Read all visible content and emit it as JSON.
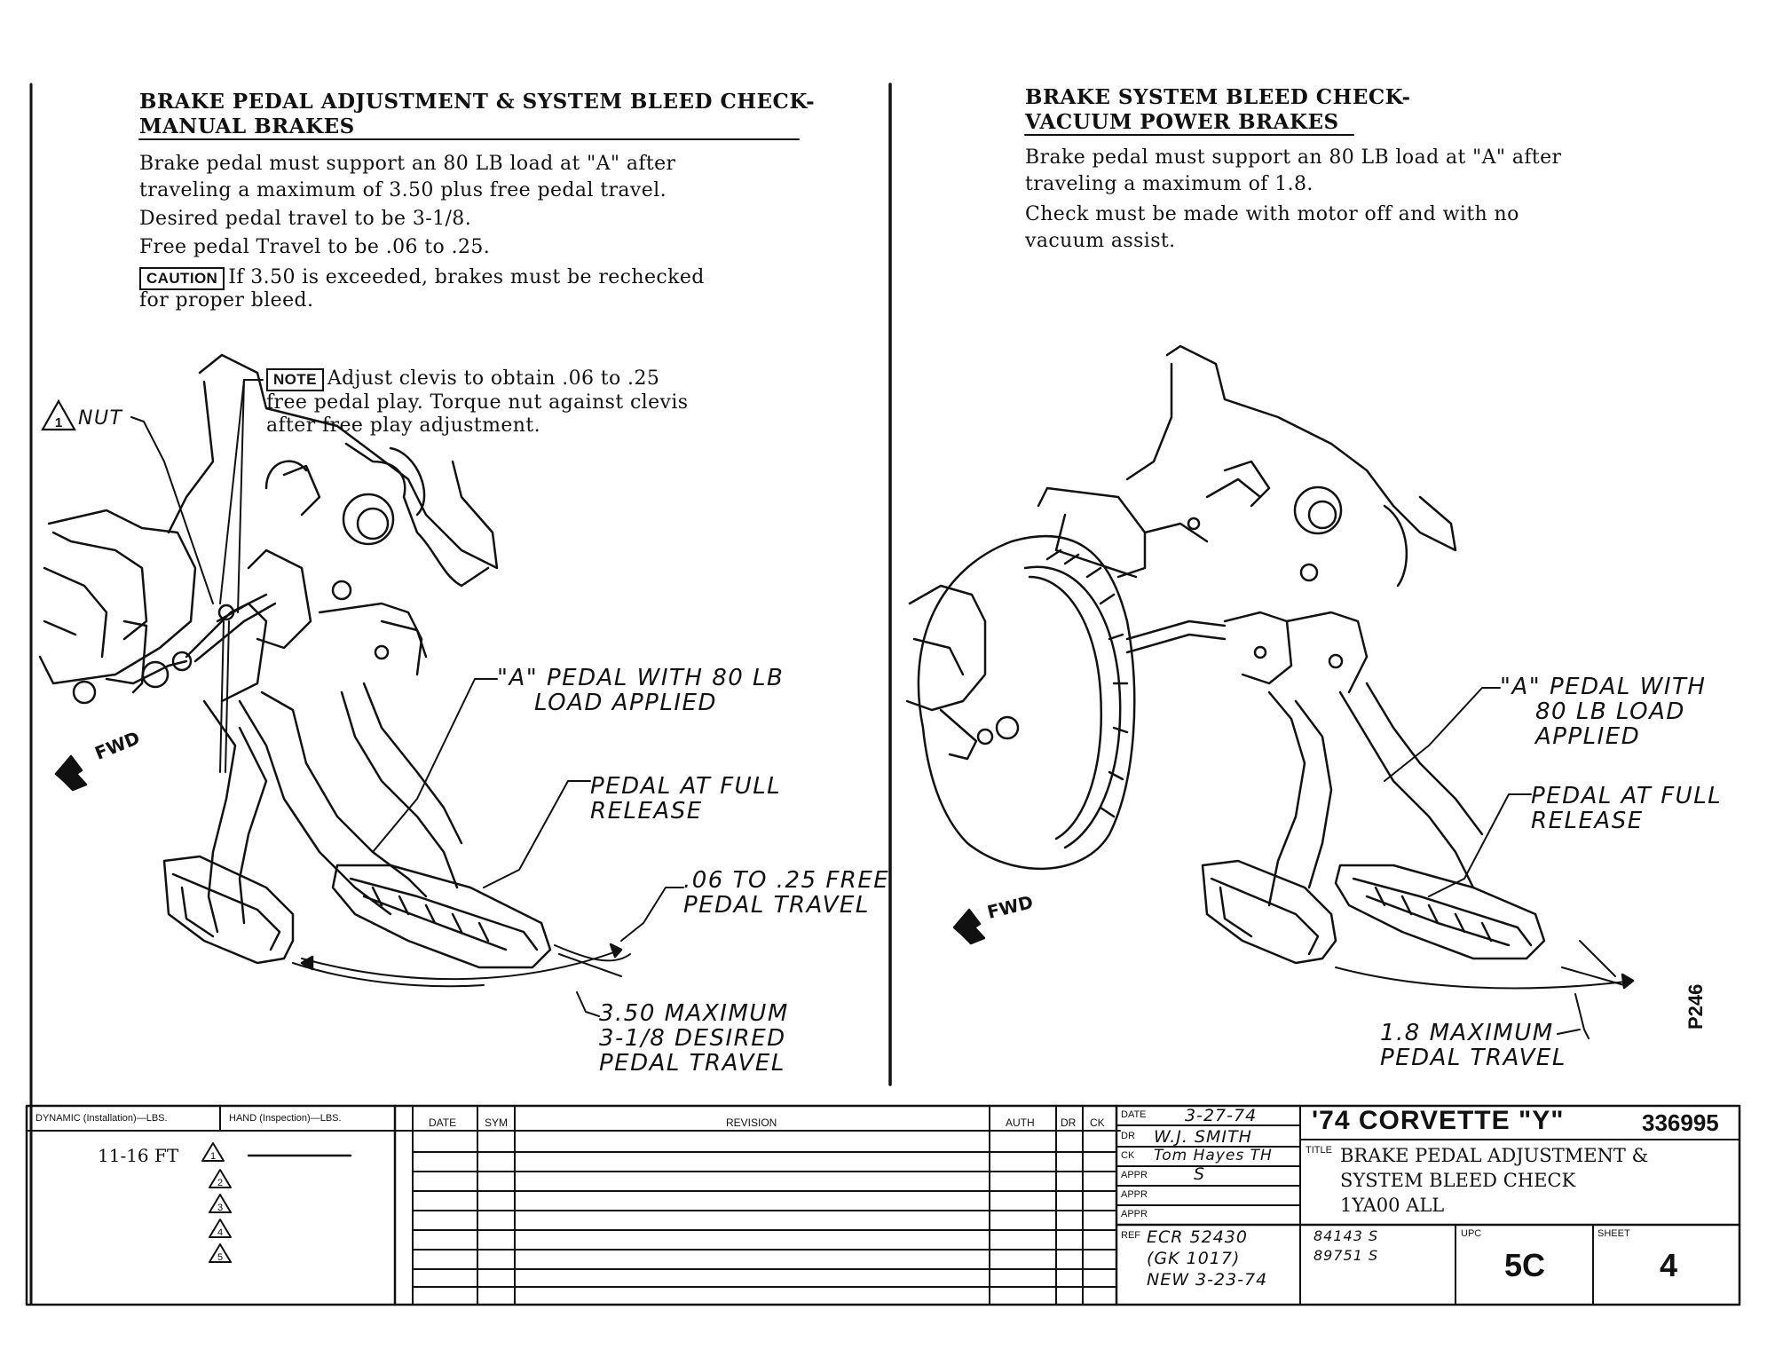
{
  "left": {
    "title_line1": "BRAKE PEDAL ADJUSTMENT & SYSTEM BLEED CHECK-",
    "title_line2": "MANUAL BRAKES",
    "para1_line1": "Brake pedal must support an 80 LB load at \"A\" after",
    "para1_line2": "traveling a maximum of 3.50 plus free pedal travel.",
    "para2": "Desired pedal travel to be 3-1/8.",
    "para3": "Free pedal Travel to be .06 to .25.",
    "caution_label": "CAUTION",
    "caution_line1": "If 3.50 is exceeded, brakes must be rechecked",
    "caution_line2": "for proper bleed.",
    "note_label": "NOTE",
    "note_line1": "Adjust clevis to obtain .06 to .25",
    "note_line2": "free pedal play. Torque nut against clevis",
    "note_line3": "after free play adjustment.",
    "nut_num": "1",
    "nut_label": "NUT",
    "fwd_label": "FWD",
    "callout_a_line1": "\"A\" PEDAL WITH 80 LB",
    "callout_a_line2": "LOAD APPLIED",
    "callout_release_line1": "PEDAL AT FULL",
    "callout_release_line2": "RELEASE",
    "callout_free_line1": ".06 TO .25 FREE",
    "callout_free_line2": "PEDAL TRAVEL",
    "callout_max_line1": "3.50 MAXIMUM",
    "callout_max_line2": "3-1/8 DESIRED",
    "callout_max_line3": "PEDAL TRAVEL"
  },
  "right": {
    "title_line1": "BRAKE SYSTEM BLEED CHECK-",
    "title_line2": "VACUUM POWER BRAKES",
    "para1_line1": "Brake pedal must support an 80 LB load at \"A\" after",
    "para1_line2": "traveling a maximum of 1.8.",
    "para2_line1": "Check must be made with motor off and with no",
    "para2_line2": "vacuum assist.",
    "fwd_label": "FWD",
    "callout_a_line1": "\"A\" PEDAL WITH",
    "callout_a_line2": "80 LB LOAD",
    "callout_a_line3": "APPLIED",
    "callout_release_line1": "PEDAL AT FULL",
    "callout_release_line2": "RELEASE",
    "callout_max_line1": "1.8 MAXIMUM",
    "callout_max_line2": "PEDAL TRAVEL"
  },
  "plate_code": "P246",
  "titleblock": {
    "hdr_dynamic": "DYNAMIC (Installation)—LBS.",
    "hdr_hand": "HAND (Inspection)—LBS.",
    "torque": "11-16 FT",
    "triangles": [
      "1",
      "2",
      "3",
      "4",
      "5"
    ],
    "hdr_date": "DATE",
    "hdr_sym": "SYM",
    "hdr_revision": "REVISION",
    "hdr_auth": "AUTH",
    "hdr_dr": "DR",
    "hdr_ck": "CK",
    "date_label": "DATE",
    "date_value": "3-27-74",
    "dr_label": "DR",
    "dr_value": "W.J. SMITH",
    "ck_label": "CK",
    "ck_value": "Tom Hayes TH",
    "appr_label": "APPR",
    "appr_value": "S",
    "appr2_label": "APPR",
    "appr3_label": "APPR",
    "ref_label": "REF",
    "ref_line1": "ECR 52430",
    "ref_line2": "(GK 1017)",
    "ref_line3": "NEW 3-23-74",
    "ecn_line1": "84143  S",
    "ecn_line2": "89751  S",
    "model": "'74 CORVETTE \"Y\"",
    "part_number": "336995",
    "title_label": "TITLE",
    "title_line1": "BRAKE PEDAL ADJUSTMENT &",
    "title_line2": "SYSTEM BLEED CHECK",
    "title_line3": "1YA00 ALL",
    "upc_label": "UPC",
    "upc_value": "5C",
    "sheet_label": "SHEET",
    "sheet_value": "4"
  }
}
